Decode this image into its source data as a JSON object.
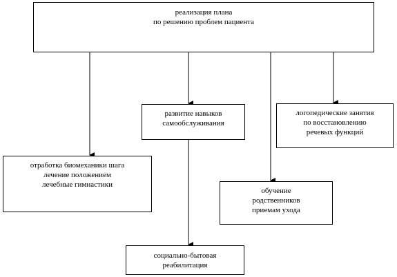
{
  "nodes": {
    "root": {
      "lines": [
        "реализация плана",
        "по решению проблем пациента"
      ]
    },
    "skills": {
      "lines": [
        "развитие  навыков",
        "самообслуживания"
      ]
    },
    "speech": {
      "lines": [
        "логопедические занятия",
        "по восстановлению",
        "речевых функций"
      ]
    },
    "biomech": {
      "lines": [
        "отработка биомеханики шага",
        "лечение положением",
        "лечебные гимнастики"
      ]
    },
    "family": {
      "lines": [
        "обучение",
        "родственников",
        "приемам ухода"
      ]
    },
    "social": {
      "lines": [
        "социально-бытовая",
        "реабилитация"
      ]
    }
  }
}
